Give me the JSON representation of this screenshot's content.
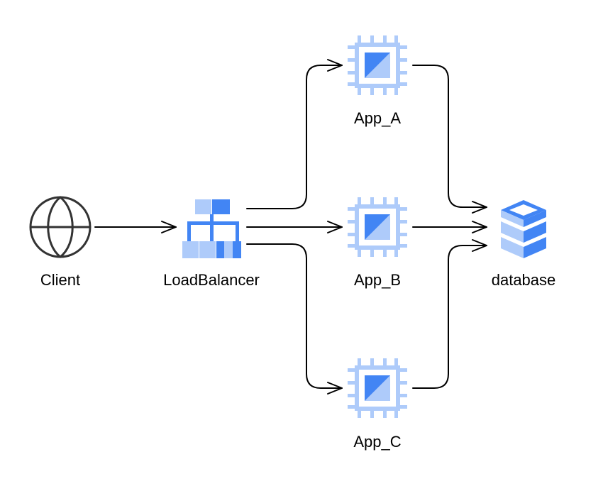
{
  "diagram": {
    "nodes": [
      {
        "id": "client",
        "label": "Client",
        "icon": "globe-icon"
      },
      {
        "id": "loadbalancer",
        "label": "LoadBalancer",
        "icon": "load-balancer-icon"
      },
      {
        "id": "app_a",
        "label": "App_A",
        "icon": "compute-chip-icon"
      },
      {
        "id": "app_b",
        "label": "App_B",
        "icon": "compute-chip-icon"
      },
      {
        "id": "app_c",
        "label": "App_C",
        "icon": "compute-chip-icon"
      },
      {
        "id": "database",
        "label": "database",
        "icon": "database-stack-icon"
      }
    ],
    "edges": [
      {
        "from": "client",
        "to": "loadbalancer"
      },
      {
        "from": "loadbalancer",
        "to": "app_a"
      },
      {
        "from": "loadbalancer",
        "to": "app_b"
      },
      {
        "from": "loadbalancer",
        "to": "app_c"
      },
      {
        "from": "app_a",
        "to": "database"
      },
      {
        "from": "app_b",
        "to": "database"
      },
      {
        "from": "app_c",
        "to": "database"
      }
    ],
    "colors": {
      "primary_blue": "#4285f4",
      "light_blue": "#aecbfa",
      "stroke": "#000000",
      "icon_dark": "#333333"
    }
  }
}
